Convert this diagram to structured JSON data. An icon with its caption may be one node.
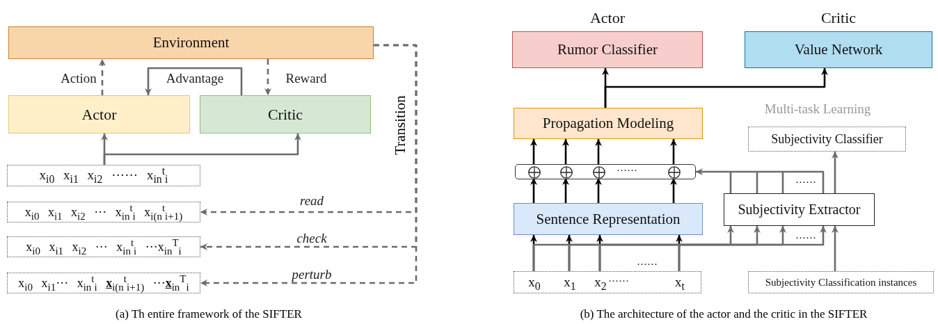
{
  "diagram": {
    "nodes": [
      {
        "text": [
          "Environment"
        ]
      },
      {
        "text": [
          "Actor"
        ]
      },
      {
        "text": [
          "Critic"
        ]
      },
      {
        "text": [
          "x$_{i0}$ x$_{i1}$ x$_{i2}$ ······ x$_{in}$$^{t}$$_{i}$"
        ]
      },
      {
        "text": [
          "x$_{i0}$ x$_{i1}$ x$_{i2}$ ··· x$_{in}$$^{t}$$_{i}$ x$_{i(n}$$^{t}$$_{i}$$_{+1)}$"
        ]
      },
      {
        "text": [
          "x$_{i0}$ x$_{i1}$ x$_{i2}$ ··· x$_{in}$$^{t}$$_{i}$ ···x$_{in}$$^{T}$$_{i}$"
        ]
      },
      {
        "text": [
          "x$_{i0}$ x$_{i1}$··· x$_{in}$$^{t}$$_{i}$ **x**$_{i(n}$$^{t}$$_{i}$$_{+1)}$ ···**x**$_{in}$$^{T}$$_{i}$"
        ]
      },
      {
        "text": [
          "Actor",
          "Rumor Classifier"
        ]
      },
      {
        "text": [
          "Critic",
          "Value Network"
        ]
      },
      {
        "text": [
          "Propagation Modeling"
        ]
      },
      {
        "text": [
          "······"
        ]
      },
      {
        "text": [],
        "shape": "circle",
        "in": 10
      },
      {
        "text": [],
        "shape": "circle",
        "in": 10
      },
      {
        "text": [],
        "shape": "circle",
        "in": 10
      },
      {
        "text": [],
        "shape": "circle",
        "in": 10
      },
      {
        "text": [
          "Sentence Representation"
        ]
      },
      {
        "text": [
          "······"
        ]
      },
      {
        "text": [
          "x$_{0}$"
        ],
        "in": 16
      },
      {
        "text": [
          "x$_{1}$"
        ],
        "in": 16
      },
      {
        "text": [
          "x$_{2}$"
        ],
        "in": 16
      },
      {
        "text": [
          "x$_{t}$"
        ],
        "in": 16
      },
      {
        "text": [
          "Subjectivity Extractor"
        ]
      },
      {
        "text": [
          "Subjectivity Classifier"
        ]
      },
      {
        "text": [
          "Subjectivity Classification instances"
        ]
      }
    ],
    "edges": [
      {
        "from": 1,
        "to": 0,
        "arrow": "to",
        "label": "Action",
        "style": "dashed"
      },
      {
        "from": 2,
        "to": 1,
        "arrow": "to",
        "label": "Advantage"
      },
      {
        "from": 0,
        "to": 2,
        "arrow": "to",
        "label": "Reward",
        "style": "dashed"
      },
      {
        "from": 3,
        "to": 1,
        "arrow": "to"
      },
      {
        "from": 3,
        "to": 2,
        "arrow": "to"
      },
      {
        "from": 0,
        "to": 4,
        "arrow": "to",
        "label": "read",
        "style": "dashed"
      },
      {
        "from": 0,
        "to": 5,
        "arrow": "to",
        "label": "check",
        "style": "dashed"
      },
      {
        "from": 0,
        "to": 6,
        "arrow": "to",
        "label": "perturb",
        "style": "dashed"
      },
      {
        "from": 9,
        "to": 7,
        "arrow": "to",
        "color": "#000000"
      },
      {
        "from": 9,
        "to": 8,
        "arrow": "to",
        "color": "#000000"
      },
      {
        "from": 15,
        "to": 11,
        "arrow": "to",
        "color": "#000000"
      },
      {
        "from": 15,
        "to": 12,
        "arrow": "to",
        "color": "#000000"
      },
      {
        "from": 15,
        "to": 13,
        "arrow": "to",
        "color": "#000000"
      },
      {
        "from": 15,
        "to": 14,
        "arrow": "to",
        "color": "#000000"
      },
      {
        "from": 11,
        "to": 9,
        "arrow": "to",
        "color": "#000000"
      },
      {
        "from": 12,
        "to": 9,
        "arrow": "to",
        "color": "#000000"
      },
      {
        "from": 13,
        "to": 9,
        "arrow": "to",
        "color": "#000000"
      },
      {
        "from": 14,
        "to": 9,
        "arrow": "to",
        "color": "#000000"
      },
      {
        "from": 17,
        "to": 15,
        "arrow": "to",
        "color": "#000000"
      },
      {
        "from": 18,
        "to": 15,
        "arrow": "to",
        "color": "#000000"
      },
      {
        "from": 19,
        "to": 15,
        "arrow": "to",
        "color": "#000000"
      },
      {
        "from": 20,
        "to": 15,
        "arrow": "to",
        "color": "#000000"
      },
      {
        "from": 17,
        "to": 21,
        "arrow": "to"
      },
      {
        "from": 18,
        "to": 21,
        "arrow": "to"
      },
      {
        "from": 19,
        "to": 21,
        "arrow": "to"
      },
      {
        "from": 20,
        "to": 21,
        "arrow": "to"
      },
      {
        "from": 21,
        "to": 10,
        "arrow": "to"
      },
      {
        "from": 21,
        "to": 22,
        "arrow": "to"
      },
      {
        "from": 23,
        "to": 21,
        "arrow": "to"
      }
    ],
    "labels": [
      "Transition",
      "Multi-task Learning",
      "······",
      "······",
      "······",
      "(a) Th entire framework of the SIFTER",
      "(b) The architecture of the actor and the critic in the SIFTER"
    ]
  }
}
